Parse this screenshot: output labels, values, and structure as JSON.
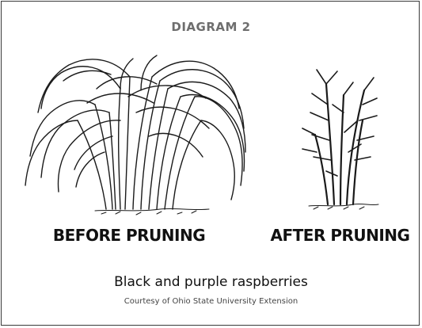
{
  "diagram": {
    "title": "DIAGRAM 2",
    "before_label": "BEFORE PRUNING",
    "after_label": "AFTER PRUNING",
    "subtitle": "Black and purple raspberries",
    "credit": "Courtesy of Ohio State University Extension"
  }
}
